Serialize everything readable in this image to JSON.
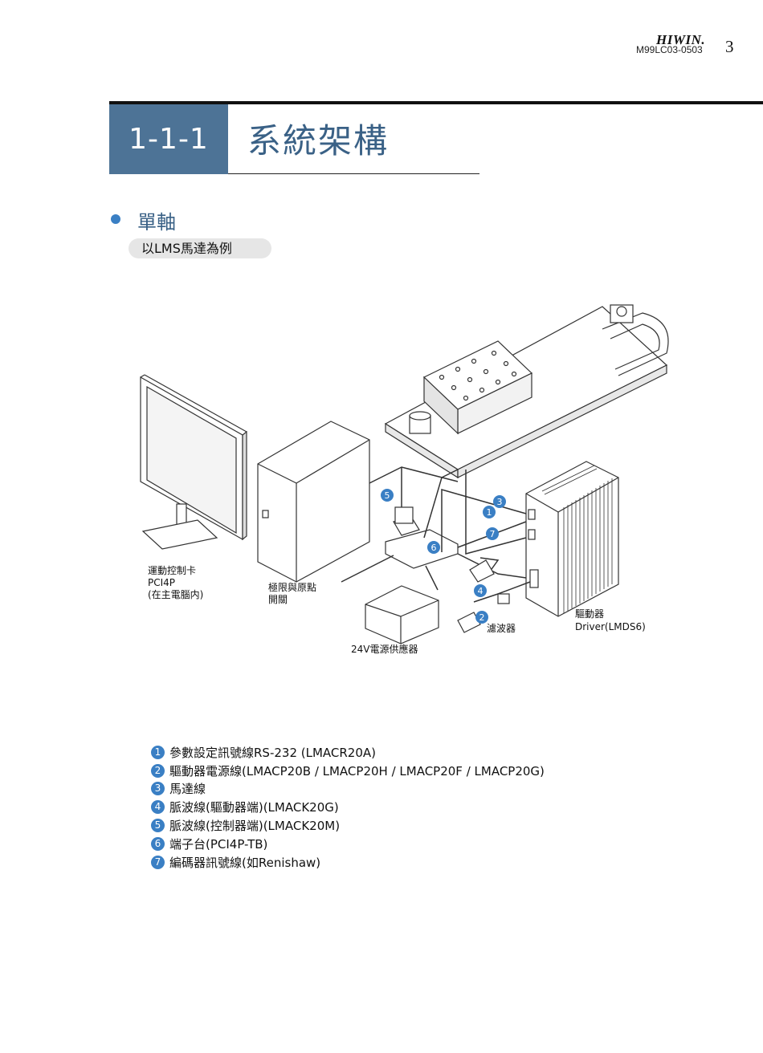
{
  "header": {
    "brand": "HIWIN.",
    "doc_code": "M99LC03-0503",
    "page_number": "3"
  },
  "section": {
    "number": "1-1-1",
    "title": "系統架構"
  },
  "subheading": "單軸",
  "example_tag": "以LMS馬達為例",
  "diagram": {
    "labels": {
      "controller_card_1": "運動控制卡",
      "controller_card_2": "PCI4P",
      "controller_card_3": "(在主電腦内)",
      "limit_switch_1": "極限與原點",
      "limit_switch_2": "開關",
      "power_supply": "24V電源供應器",
      "filter": "濾波器",
      "driver_1": "驅動器",
      "driver_2": "Driver(LMDS6)"
    },
    "markers": [
      "1",
      "2",
      "3",
      "4",
      "5",
      "6",
      "7"
    ],
    "marker_color": "#3a7fc4"
  },
  "legend": [
    {
      "num": "1",
      "text": "參數設定訊號線RS-232 (LMACR20A)"
    },
    {
      "num": "2",
      "text": "驅動器電源線(LMACP20B / LMACP20H / LMACP20F / LMACP20G)"
    },
    {
      "num": "3",
      "text": "馬達線"
    },
    {
      "num": "4",
      "text": "脈波線(驅動器端)(LMACK20G)"
    },
    {
      "num": "5",
      "text": "脈波線(控制器端)(LMACK20M)"
    },
    {
      "num": "6",
      "text": "端子台(PCI4P-TB)"
    },
    {
      "num": "7",
      "text": "編碼器訊號線(如Renishaw)"
    }
  ],
  "colors": {
    "section_box": "#4d7396",
    "title": "#3a6186",
    "accent": "#3a7fc4"
  }
}
